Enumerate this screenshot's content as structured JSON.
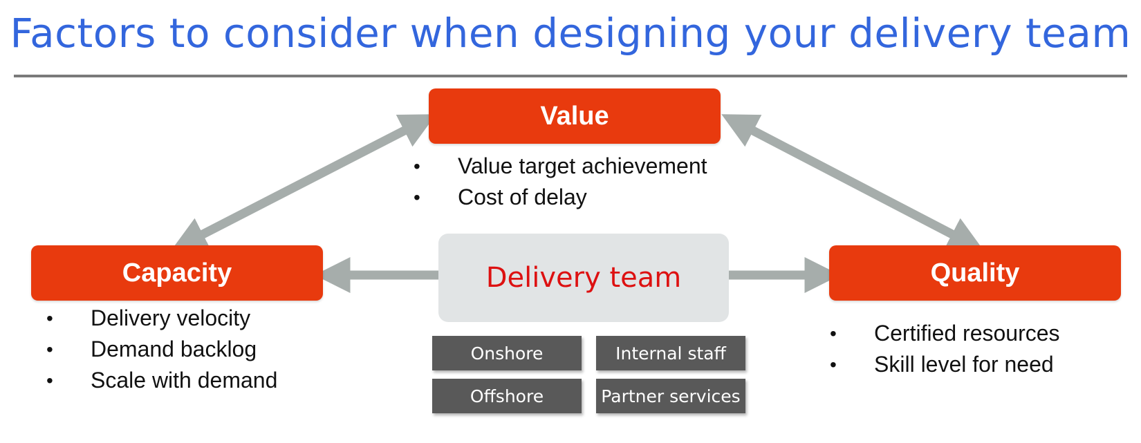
{
  "title": "Factors to consider when designing your delivery team",
  "value": {
    "label": "Value",
    "bullets": [
      "Value target achievement",
      "Cost of delay"
    ]
  },
  "capacity": {
    "label": "Capacity",
    "bullets": [
      "Delivery velocity",
      "Demand backlog",
      "Scale with demand"
    ]
  },
  "quality": {
    "label": "Quality",
    "bullets": [
      "Certified resources",
      "Skill level for need"
    ]
  },
  "delivery_team": {
    "label": "Delivery team",
    "tags": [
      "Onshore",
      "Internal staff",
      "Offshore",
      "Partner services"
    ]
  },
  "colors": {
    "title": "#3366dd",
    "factor_box": "#e83a0e",
    "team_box": "#e1e4e5",
    "team_text": "#dd1111",
    "tag": "#595959",
    "arrow": "#a6adab"
  }
}
